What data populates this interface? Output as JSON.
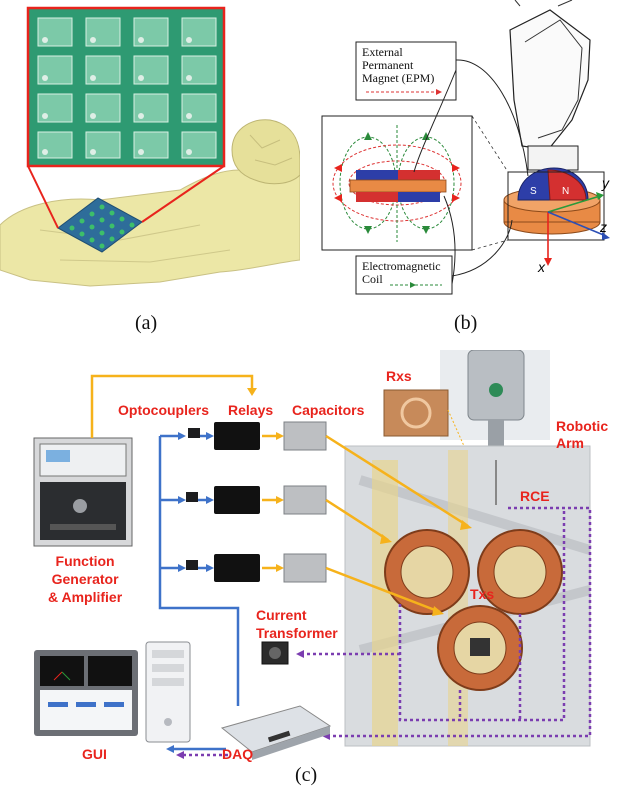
{
  "captions": {
    "a": "(a)",
    "b": "(b)",
    "c": "(c)"
  },
  "panel_b": {
    "epm_label": [
      "External",
      "Permanent",
      "Magnet (EPM)"
    ],
    "coil_label": [
      "Electromagnetic",
      "Coil"
    ],
    "axes": {
      "x": "x",
      "y": "y",
      "z": "z"
    },
    "pole_n": "N",
    "pole_s": "S"
  },
  "panel_c": {
    "optocouplers": "Optocouplers",
    "relays": "Relays",
    "capacitors": "Capacitors",
    "rxs": "Rxs",
    "robotic_arm": [
      "Robotic",
      "Arm"
    ],
    "rce": "RCE",
    "function_generator": [
      "Function",
      "Generator",
      "& Amplifier"
    ],
    "current_transformer": [
      "Current",
      "Transformer"
    ],
    "txs": "Txs",
    "gui": "GUI",
    "daq": "DAQ"
  },
  "colors": {
    "label_red": "#e8241d",
    "arrow_orange": "#f6b21b",
    "arrow_blue": "#3e72c9",
    "arrow_purple": "#7b3db0",
    "mannequin": "#ece7a6",
    "pcb_green": "#2e9a72"
  }
}
